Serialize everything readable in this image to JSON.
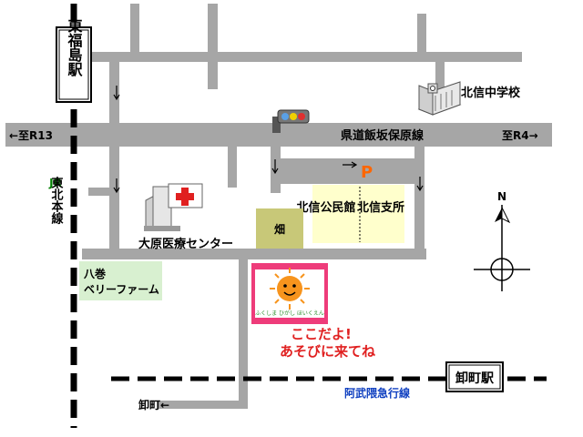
{
  "stations": {
    "higashi_fukushima": "東福島駅",
    "oroshimachi": "卸町駅"
  },
  "railways": {
    "jr_prefix": "JR",
    "jr_line": "東北本線",
    "abukuma": "阿武隈急行線"
  },
  "roads": {
    "prefectural_road": "県道飯坂保原線",
    "to_r13": "←至R13",
    "to_r4": "至R4→",
    "to_oroshimachi": "卸町←"
  },
  "places": {
    "school": "北信中学校",
    "community_hall": "北信公民館",
    "branch_office": "北信支所",
    "medical_center": "大原医療センター",
    "field": "畑",
    "farm": "八巻ベリーファーム",
    "parking": "P"
  },
  "kindergarten": {
    "sign_text": "ふくしま ひがし ほいくえん",
    "callout_line1": "ここだよ!",
    "callout_line2": "あそびに来てね"
  },
  "compass": {
    "north_label": "N"
  },
  "colors": {
    "road": "#a6a6a6",
    "rail": "#000000",
    "jr_green": "#008000",
    "abukuma_blue": "#1040c0",
    "callout_red": "#e02020",
    "parking_orange": "#ff6600",
    "highlight_yellow": "#ffffcc",
    "field_olive": "#c8c878",
    "farm_green": "#d8f0d0",
    "kindergarten_pink": "#ee3c7a",
    "sun_orange": "#f7941d"
  }
}
